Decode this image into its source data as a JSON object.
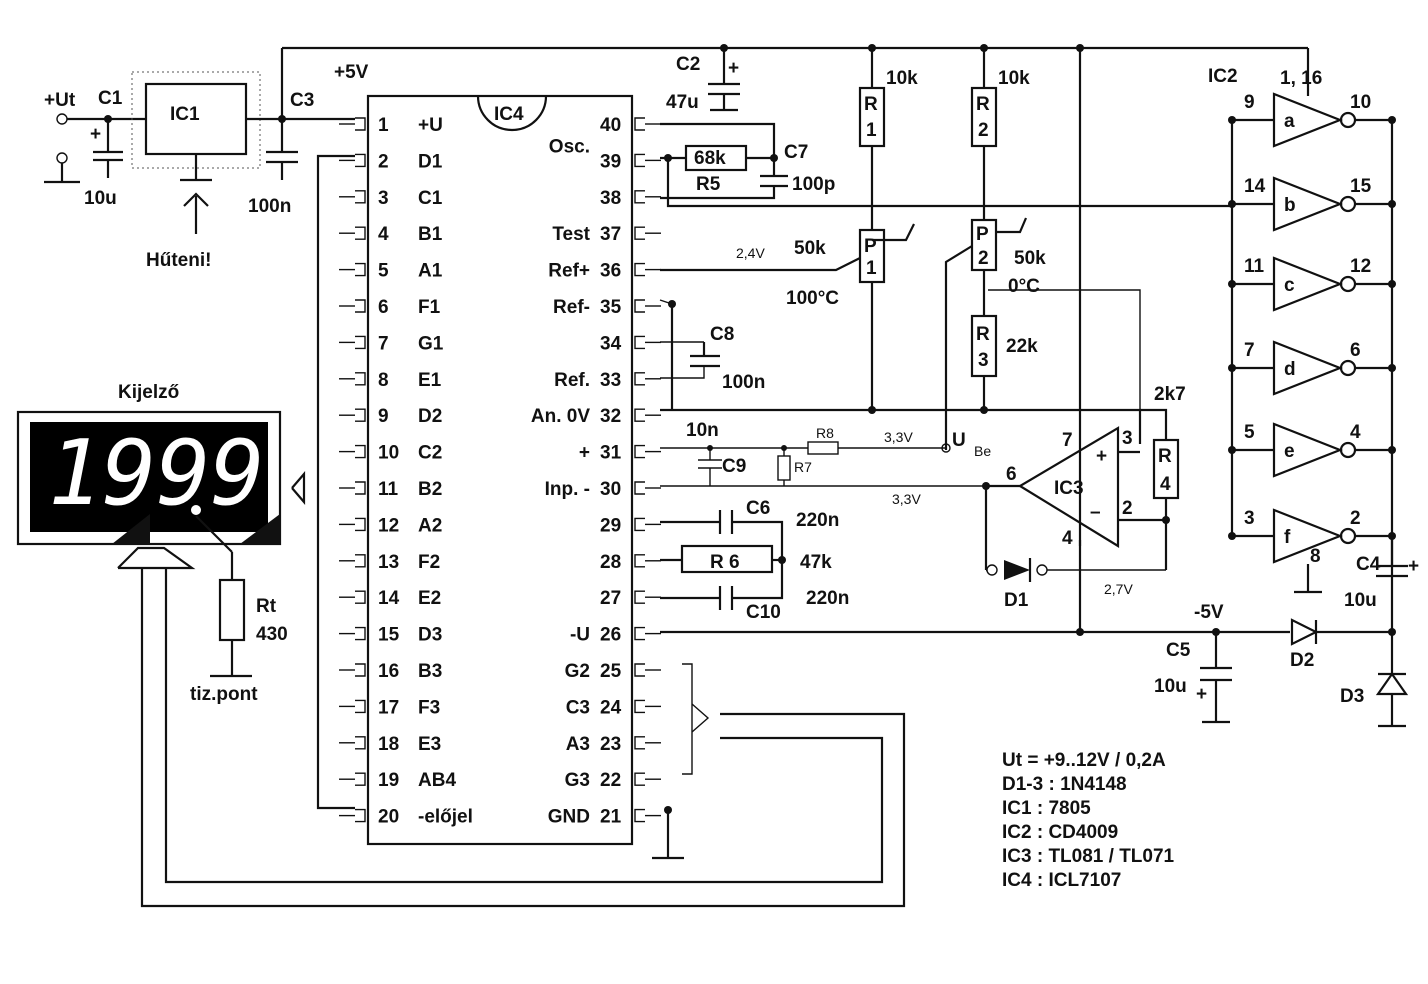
{
  "supply": {
    "ut": "+Ut",
    "p5v": "+5V",
    "m5v": "-5V"
  },
  "ic1": {
    "name": "IC1",
    "note": "Hűteni!"
  },
  "c1": {
    "name": "C1",
    "val": "10u"
  },
  "c2": {
    "name": "C2",
    "val": "47u"
  },
  "c3": {
    "name": "C3",
    "val": "100n"
  },
  "c4": {
    "name": "C4",
    "val": "10u"
  },
  "c5": {
    "name": "C5",
    "val": "10u"
  },
  "c6": {
    "name": "C6",
    "val": "220n"
  },
  "c7": {
    "name": "C7",
    "val": "100p"
  },
  "c8": {
    "name": "C8",
    "val": "100n"
  },
  "c9": {
    "name": "C9",
    "val": "10n"
  },
  "c10": {
    "name": "C10",
    "val": "220n"
  },
  "r1": {
    "l1": "R",
    "l2": "1",
    "val": "10k"
  },
  "r2": {
    "l1": "R",
    "l2": "2",
    "val": "10k"
  },
  "r3": {
    "l1": "R",
    "l2": "3",
    "val": "22k"
  },
  "r4": {
    "l1": "R",
    "l2": "4",
    "val": "2k7"
  },
  "r5": {
    "name": "R5",
    "val": "68k"
  },
  "r6": {
    "name": "R 6",
    "val": "47k"
  },
  "r7": "R7",
  "r8": "R8",
  "p1": {
    "l1": "P",
    "l2": "1",
    "val": "50k",
    "temp": "100°C",
    "volt": "2,4V"
  },
  "p2": {
    "l1": "P",
    "l2": "2",
    "val": "50k",
    "temp": "0°C"
  },
  "ic3": {
    "name": "IC3",
    "p7": "7",
    "p3": "3",
    "p6": "6",
    "p2": "2",
    "p4": "4",
    "plus": "+",
    "minus": "–"
  },
  "volts": {
    "v33a": "3,3V",
    "v33b": "3,3V",
    "v27": "2,7V",
    "ube": "U",
    "ube_sub": "Be"
  },
  "diodes": {
    "d1": "D1",
    "d2": "D2",
    "d3": "D3"
  },
  "display": {
    "title": "Kijelző",
    "digits": "1999"
  },
  "rt": {
    "name": "Rt",
    "val": "430",
    "note": "tiz.pont"
  },
  "ic4": {
    "name": "IC4",
    "left_pins": [
      {
        "n": "1",
        "l": "+U"
      },
      {
        "n": "2",
        "l": "D1"
      },
      {
        "n": "3",
        "l": "C1"
      },
      {
        "n": "4",
        "l": "B1"
      },
      {
        "n": "5",
        "l": "A1"
      },
      {
        "n": "6",
        "l": "F1"
      },
      {
        "n": "7",
        "l": "G1"
      },
      {
        "n": "8",
        "l": "E1"
      },
      {
        "n": "9",
        "l": "D2"
      },
      {
        "n": "10",
        "l": "C2"
      },
      {
        "n": "11",
        "l": "B2"
      },
      {
        "n": "12",
        "l": "A2"
      },
      {
        "n": "13",
        "l": "F2"
      },
      {
        "n": "14",
        "l": "E2"
      },
      {
        "n": "15",
        "l": "D3"
      },
      {
        "n": "16",
        "l": "B3"
      },
      {
        "n": "17",
        "l": "F3"
      },
      {
        "n": "18",
        "l": "E3"
      },
      {
        "n": "19",
        "l": "AB4"
      },
      {
        "n": "20",
        "l": "-előjel"
      }
    ],
    "right_pins": [
      {
        "n": "40",
        "l": ""
      },
      {
        "n": "39",
        "l": "Osc."
      },
      {
        "n": "38",
        "l": ""
      },
      {
        "n": "37",
        "l": "Test"
      },
      {
        "n": "36",
        "l": "Ref+"
      },
      {
        "n": "35",
        "l": "Ref-"
      },
      {
        "n": "34",
        "l": ""
      },
      {
        "n": "33",
        "l": "Ref."
      },
      {
        "n": "32",
        "l": "An. 0V"
      },
      {
        "n": "31",
        "l": "+"
      },
      {
        "n": "30",
        "l": "Inp. -"
      },
      {
        "n": "29",
        "l": ""
      },
      {
        "n": "28",
        "l": ""
      },
      {
        "n": "27",
        "l": ""
      },
      {
        "n": "26",
        "l": "-U"
      },
      {
        "n": "25",
        "l": "G2"
      },
      {
        "n": "24",
        "l": "C3"
      },
      {
        "n": "23",
        "l": "A3"
      },
      {
        "n": "22",
        "l": "G3"
      },
      {
        "n": "21",
        "l": "GND"
      }
    ]
  },
  "ic2": {
    "name": "IC2",
    "pwr": "1, 16",
    "gnd": "8",
    "gates": [
      {
        "g": "a",
        "in": "9",
        "out": "10"
      },
      {
        "g": "b",
        "in": "14",
        "out": "15"
      },
      {
        "g": "c",
        "in": "11",
        "out": "12"
      },
      {
        "g": "d",
        "in": "7",
        "out": "6"
      },
      {
        "g": "e",
        "in": "5",
        "out": "4"
      },
      {
        "g": "f",
        "in": "3",
        "out": "2"
      }
    ]
  },
  "notes": [
    "Ut = +9..12V / 0,2A",
    "D1-3 : 1N4148",
    "IC1 : 7805",
    "IC2 : CD4009",
    "IC3 : TL081 / TL071",
    "IC4 :  ICL7107"
  ]
}
